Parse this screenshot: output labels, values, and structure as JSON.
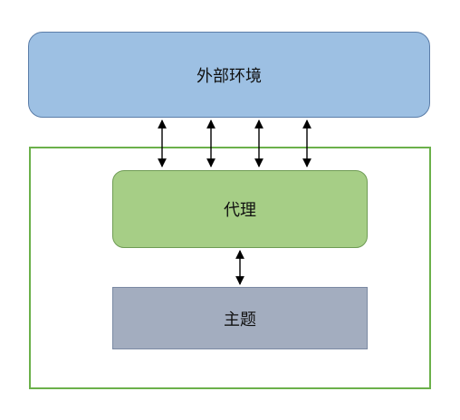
{
  "nodes": {
    "environment": {
      "label": "外部环境"
    },
    "agent": {
      "label": "代理"
    },
    "subject": {
      "label": "主题"
    }
  },
  "colors": {
    "environment_fill": "#9dc0e3",
    "environment_border": "#5b7da8",
    "container_border": "#6bb04a",
    "agent_fill": "#a6ce86",
    "agent_border": "#6f9c55",
    "subject_fill": "#a3adbf",
    "subject_border": "#7b8aa3",
    "arrow": "#000000"
  },
  "edges": [
    {
      "from": "environment",
      "to": "agent",
      "direction": "both"
    },
    {
      "from": "environment",
      "to": "agent",
      "direction": "both"
    },
    {
      "from": "environment",
      "to": "agent",
      "direction": "both"
    },
    {
      "from": "environment",
      "to": "agent",
      "direction": "both"
    },
    {
      "from": "agent",
      "to": "subject",
      "direction": "both"
    }
  ]
}
